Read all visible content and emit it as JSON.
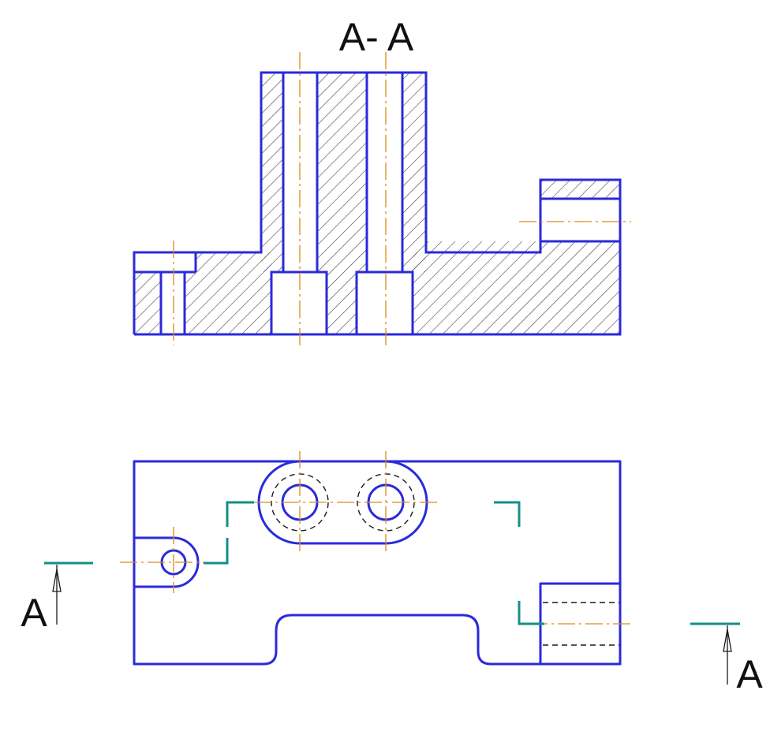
{
  "section_title": "A- A",
  "cut_labels": {
    "left": "A",
    "right": "A"
  },
  "colors": {
    "outline": "#2a2adb",
    "centerline": "#d98c1a",
    "cutting_plane": "#138f86",
    "hidden": "#1a1a1a",
    "hatch": "#333333",
    "text": "#111111"
  }
}
